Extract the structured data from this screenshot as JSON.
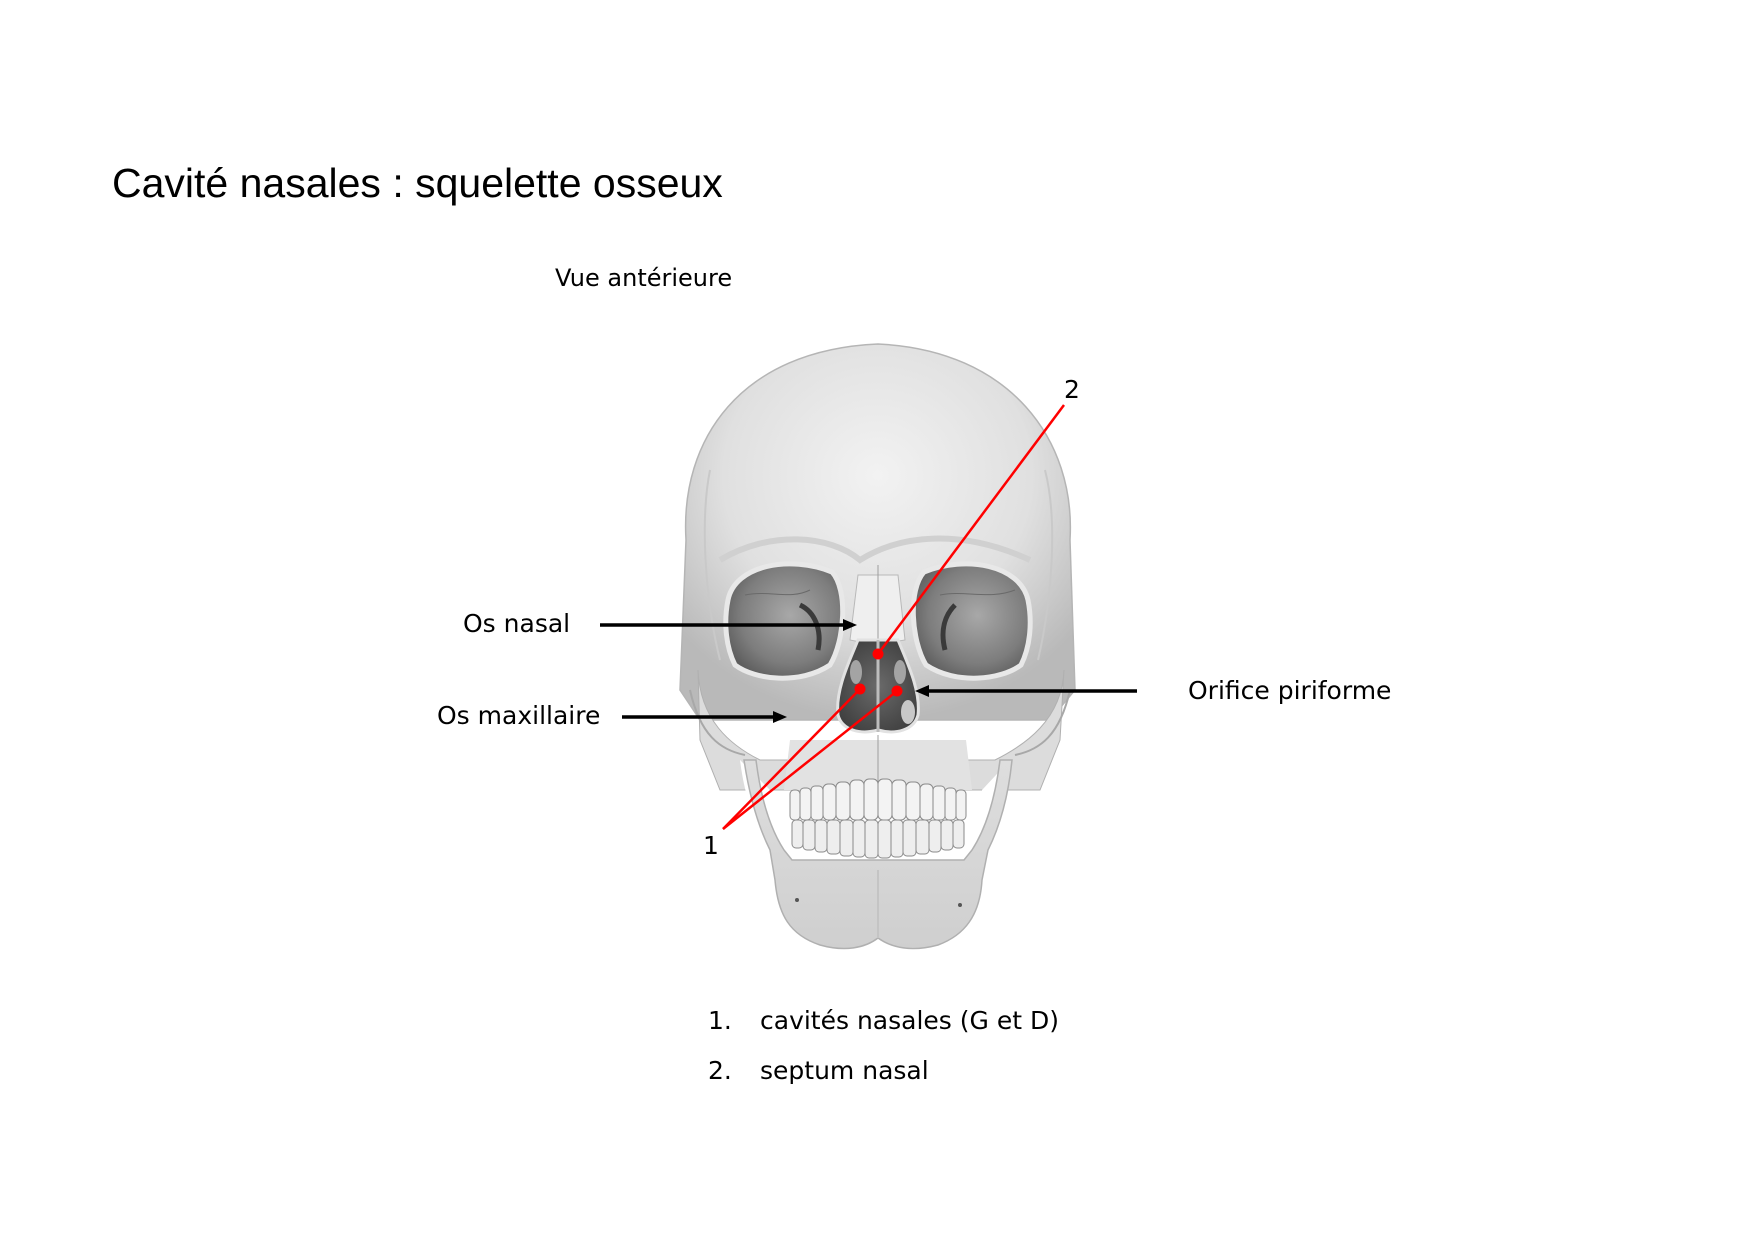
{
  "title": "Cavité nasales : squelette osseux",
  "subtitle": "Vue antérieure",
  "labels": {
    "os_nasal": "Os nasal",
    "os_maxillaire": "Os maxillaire",
    "orifice_piriforme": "Orifice piriforme"
  },
  "markers": {
    "one": "1",
    "two": "2"
  },
  "legend": [
    {
      "num": "1.",
      "text": "cavités nasales (G et D)"
    },
    {
      "num": "2.",
      "text": "septum nasal"
    }
  ],
  "colors": {
    "marker_red": "#ff0000",
    "arrow_black": "#000000",
    "bone_light": "#ececec",
    "bone_shadow": "#9a9a9a",
    "cavity_dark": "#5a5a5a"
  }
}
